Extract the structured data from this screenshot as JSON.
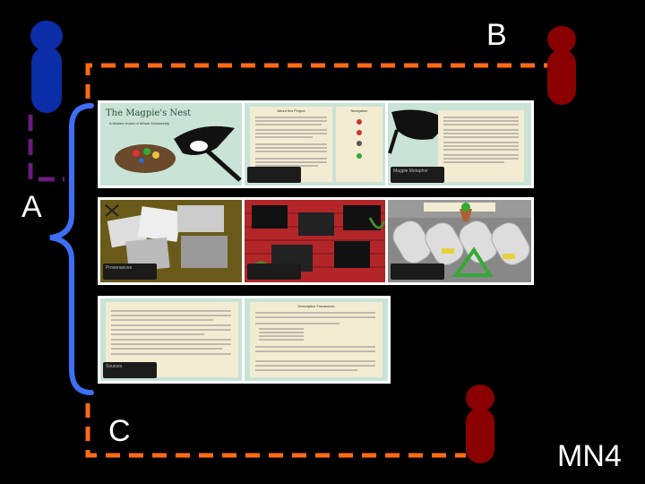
{
  "labels": {
    "a": "A",
    "b": "B",
    "c": "C",
    "code": "MN4"
  },
  "colors": {
    "path": "#ff6a13",
    "brace": "#3c6ff5",
    "purple": "#6b1b7a",
    "figure_blue": "#0b2da8",
    "figure_red": "#8a0000"
  },
  "thumbnails": [
    {
      "title": "The Magpie's Nest",
      "subtitle": "A Hidden Hoard of Whole Scholarship"
    },
    {
      "title": "About this Project",
      "subtitle": "Navigation"
    },
    {
      "title": "Magpie Metaphor",
      "subtitle": ""
    },
    {
      "title": "Provenances",
      "subtitle": ""
    },
    {
      "title": "",
      "subtitle": ""
    },
    {
      "title": "",
      "subtitle": ""
    },
    {
      "title": "Sources",
      "subtitle": ""
    },
    {
      "title": "Descriptive Framework",
      "subtitle": ""
    }
  ]
}
